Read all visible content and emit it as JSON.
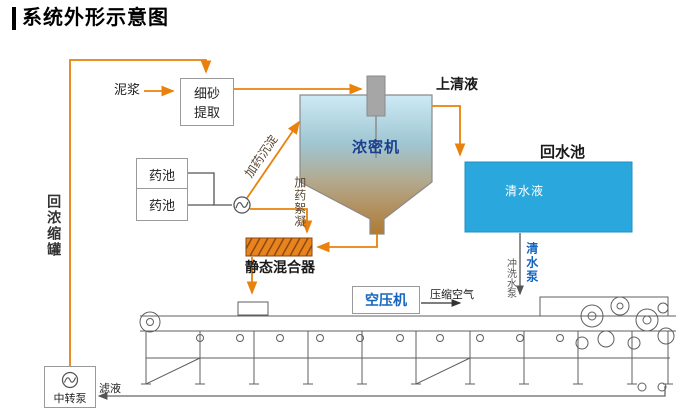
{
  "title": "系统外形示意图",
  "labels": {
    "mud": "泥浆",
    "sand_extraction_l1": "细砂",
    "sand_extraction_l2": "提取",
    "supernatant": "上清液",
    "thickener": "浓密机",
    "return_pool": "回水池",
    "clear_water": "清水液",
    "clear_water_pump": "清水泵",
    "wash_pump": "冲洗水泵",
    "medicine_pool_1": "药池",
    "medicine_pool_2": "药池",
    "dosing_sedimentation": "加药沉淀",
    "dosing_flocculation": "加药絮凝",
    "static_mixer": "静态混合器",
    "air_compressor": "空压机",
    "compressed_air": "压缩空气",
    "return_concentrate_tank": "回浓缩罐",
    "transfer_pump": "中转泵",
    "filtrate": "滤液"
  },
  "colors": {
    "flow_line_orange": "#e8820c",
    "pool_blue": "#2aa7dd",
    "thickener_label_navy": "#1b3f8f",
    "pump_label_blue": "#1565c0",
    "mixer_orange": "#e8831e",
    "machine_line_gray": "#5f5f5f"
  }
}
